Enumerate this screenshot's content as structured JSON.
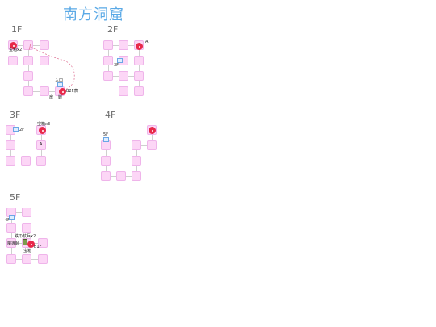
{
  "map_title": "南方洞窟",
  "floors": {
    "f1": {
      "label": "1F",
      "labels": {
        "item": "宝箱x2",
        "entrance": "入口",
        "next": "B2F表",
        "door": "扉",
        "exit": "戦"
      }
    },
    "f2": {
      "label": "2F",
      "labels": {
        "a": "A",
        "up": "3F"
      }
    },
    "f3": {
      "label": "3F",
      "labels": {
        "up": "2F",
        "item": "宝箱x3",
        "a": "A"
      }
    },
    "f4": {
      "label": "4F",
      "labels": {
        "down": "5F"
      }
    },
    "f5": {
      "label": "5F",
      "labels": {
        "up": "4F",
        "item": "鉄の杖兵x2",
        "npc": "魔導師",
        "stairs": "B1F",
        "boss": "宝箱"
      }
    }
  },
  "colors": {
    "room_fill": "#fcd6f6",
    "room_border": "#efb4ea",
    "marker": "#e8294a",
    "title": "#5aa9e6",
    "path": "#e07a9a"
  },
  "icons": [
    "treasure-marker-icon",
    "stairs-icon",
    "hero-icon"
  ]
}
